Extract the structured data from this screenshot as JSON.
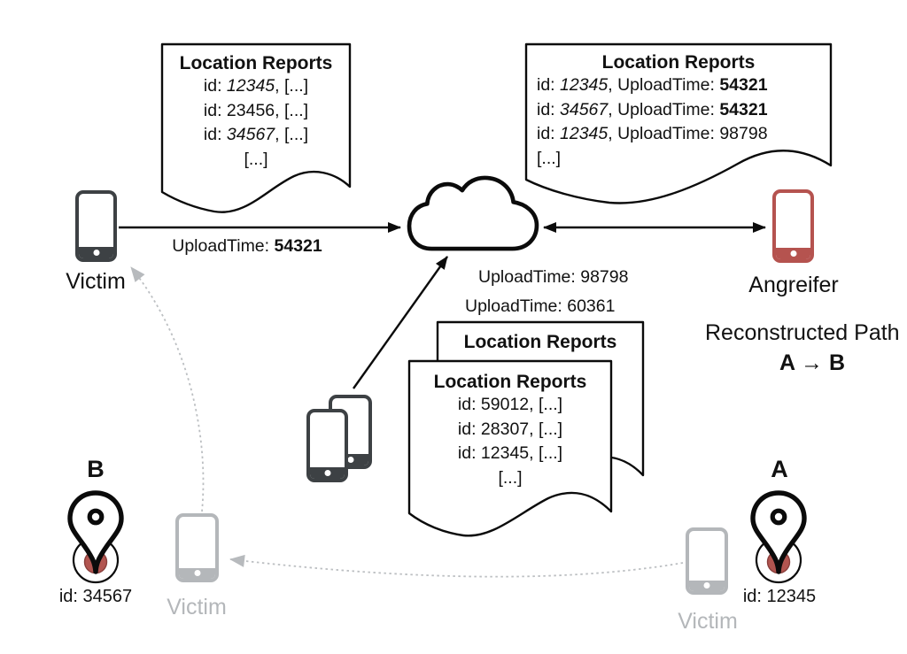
{
  "diagram": {
    "colors": {
      "ink": "#0b0b0b",
      "attacker_red": "#b5534f",
      "pin_dot_red": "#b25550",
      "pin_dot_edge": "#8a3f3c",
      "muted_gray": "#b4b7ba",
      "device_dark": "#3d4144"
    },
    "docs": {
      "top_left": {
        "title": "Location Reports",
        "lines": [
          [
            {
              "t": "id: "
            },
            {
              "t": "12345",
              "s": "i"
            },
            {
              "t": ", [...]"
            }
          ],
          [
            {
              "t": "id: 23456, [...]"
            }
          ],
          [
            {
              "t": "id: "
            },
            {
              "t": "34567",
              "s": "i"
            },
            {
              "t": ", [...]"
            }
          ],
          [
            {
              "t": "[...]"
            }
          ]
        ]
      },
      "top_right": {
        "title": "Location Reports",
        "lines": [
          [
            {
              "t": "id: "
            },
            {
              "t": "12345",
              "s": "i"
            },
            {
              "t": ", UploadTime: "
            },
            {
              "t": "54321",
              "s": "b"
            }
          ],
          [
            {
              "t": "id: "
            },
            {
              "t": "34567",
              "s": "i"
            },
            {
              "t": ", UploadTime: "
            },
            {
              "t": "54321",
              "s": "b"
            }
          ],
          [
            {
              "t": "id: "
            },
            {
              "t": "12345",
              "s": "i"
            },
            {
              "t": ", UploadTime: 98798"
            }
          ],
          [
            {
              "t": "[...]"
            }
          ]
        ]
      },
      "center_back": {
        "title": "Location Reports",
        "lines": []
      },
      "center_front": {
        "title": "Location Reports",
        "lines": [
          [
            {
              "t": "id: 59012, [...]"
            }
          ],
          [
            {
              "t": "id: 28307, [...]"
            }
          ],
          [
            {
              "t": "id: 12345, [...]"
            }
          ],
          [
            {
              "t": "[...]"
            }
          ]
        ]
      }
    },
    "labels": {
      "upload_main": [
        {
          "t": "UploadTime: "
        },
        {
          "t": "54321",
          "s": "b"
        }
      ],
      "upload_98798": "UploadTime: 98798",
      "upload_60361": "UploadTime: 60361",
      "victim_left": "Victim",
      "attacker": "Angreifer",
      "reconstructed": "Reconstructed Path",
      "path_ab": "A → B",
      "point_b": "B",
      "point_a": "A",
      "id_b": "id: 34567",
      "id_a": "id: 12345",
      "victim_b": "Victim",
      "victim_a": "Victim"
    },
    "icons": {
      "cloud": "cloud-server-icon",
      "victim_phone": "victim-phone-icon",
      "attacker_phone": "attacker-phone-icon",
      "finder_phones": "finder-phones-icon",
      "pin_b": "map-pin-b-icon",
      "pin_a": "map-pin-a-icon"
    }
  }
}
